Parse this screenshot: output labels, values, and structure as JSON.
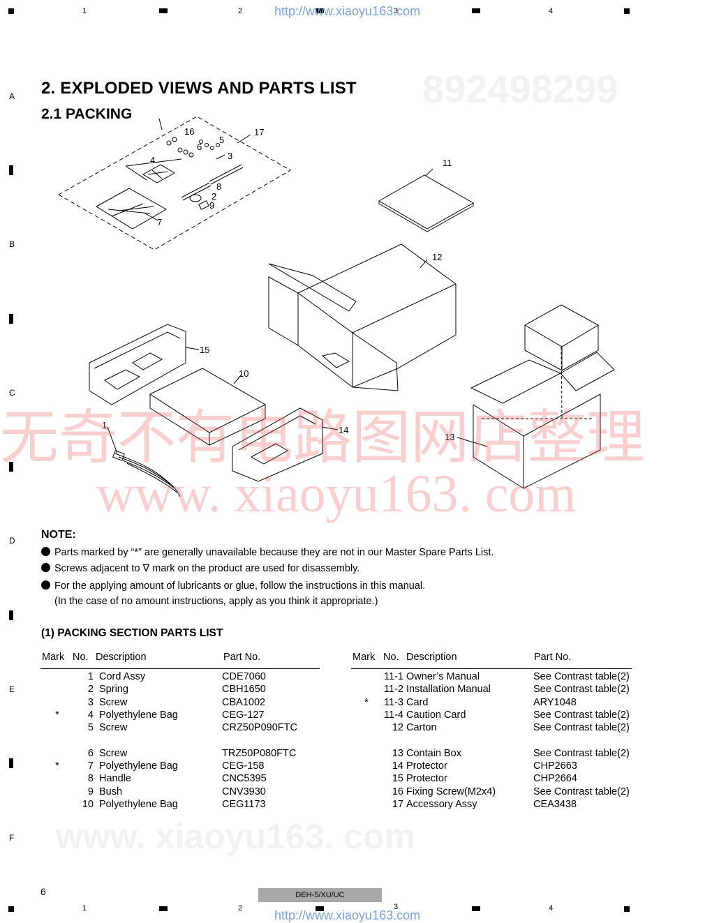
{
  "header_url": "http://www.xiaoyu163.com",
  "footer_url": "http://www.xiaoyu163.com",
  "ruler_numbers": [
    "1",
    "2",
    "3",
    "4"
  ],
  "row_letters": [
    "A",
    "B",
    "C",
    "D",
    "E",
    "F"
  ],
  "watermarks": {
    "red_cn": "无奇不有电路图网店整理",
    "red_url": "www. xiaoyu163. com",
    "gray_top": "892498299",
    "gray_bottom": "www. xiaoyu163. com"
  },
  "title": "2. EXPLODED VIEWS AND PARTS LIST",
  "subtitle": "2.1 PACKING",
  "diagram_callouts": [
    "16",
    "5",
    "17",
    "6",
    "3",
    "4",
    "8",
    "2",
    "9",
    "7",
    "11",
    "12",
    "15",
    "10",
    "1",
    "14",
    "13"
  ],
  "note": {
    "heading": "NOTE:",
    "items": [
      "Parts marked by “*” are generally unavailable because they are not in our Master Spare Parts List.",
      "Screws adjacent to ∇ mark on the product are used for disassembly.",
      "For the applying amount of lubricants or glue, follow the instructions in this manual."
    ],
    "continuation": "(In the case of no amount instructions, apply as you think it appropriate.)"
  },
  "parts_list": {
    "heading": "(1)  PACKING SECTION PARTS LIST",
    "columns": {
      "mark": "Mark",
      "no": "No.",
      "description": "Description",
      "part_no": "Part No."
    },
    "left": [
      {
        "mark": "",
        "no": "1",
        "desc": "Cord Assy",
        "part": "CDE7060"
      },
      {
        "mark": "",
        "no": "2",
        "desc": "Spring",
        "part": "CBH1650"
      },
      {
        "mark": "",
        "no": "3",
        "desc": "Screw",
        "part": "CBA1002"
      },
      {
        "mark": "*",
        "no": "4",
        "desc": "Polyethylene Bag",
        "part": "CEG-127"
      },
      {
        "mark": "",
        "no": "5",
        "desc": "Screw",
        "part": "CRZ50P090FTC"
      },
      {
        "mark": "",
        "no": "6",
        "desc": "Screw",
        "part": "TRZ50P080FTC"
      },
      {
        "mark": "*",
        "no": "7",
        "desc": "Polyethylene Bag",
        "part": "CEG-158"
      },
      {
        "mark": "",
        "no": "8",
        "desc": "Handle",
        "part": "CNC5395"
      },
      {
        "mark": "",
        "no": "9",
        "desc": "Bush",
        "part": "CNV3930"
      },
      {
        "mark": "",
        "no": "10",
        "desc": "Polyethylene Bag",
        "part": "CEG1173"
      }
    ],
    "right": [
      {
        "mark": "",
        "no": "11-1",
        "desc": "Owner’s Manual",
        "part": "See Contrast table(2)"
      },
      {
        "mark": "",
        "no": "11-2",
        "desc": "Installation Manual",
        "part": "See Contrast table(2)"
      },
      {
        "mark": "*",
        "no": "11-3",
        "desc": "Card",
        "part": "ARY1048"
      },
      {
        "mark": "",
        "no": "11-4",
        "desc": "Caution Card",
        "part": "See Contrast table(2)"
      },
      {
        "mark": "",
        "no": "12",
        "desc": "Carton",
        "part": "See Contrast table(2)"
      },
      {
        "mark": "",
        "no": "13",
        "desc": "Contain Box",
        "part": "See Contrast table(2)"
      },
      {
        "mark": "",
        "no": "14",
        "desc": "Protector",
        "part": "CHP2663"
      },
      {
        "mark": "",
        "no": "15",
        "desc": "Protector",
        "part": "CHP2664"
      },
      {
        "mark": "",
        "no": "16",
        "desc": "Fixing Screw(M2x4)",
        "part": "See Contrast table(2)"
      },
      {
        "mark": "",
        "no": "17",
        "desc": "Accessory Assy",
        "part": "CEA3438"
      }
    ]
  },
  "footer": {
    "model": "DEH-5/XU/UC",
    "page": "6"
  }
}
